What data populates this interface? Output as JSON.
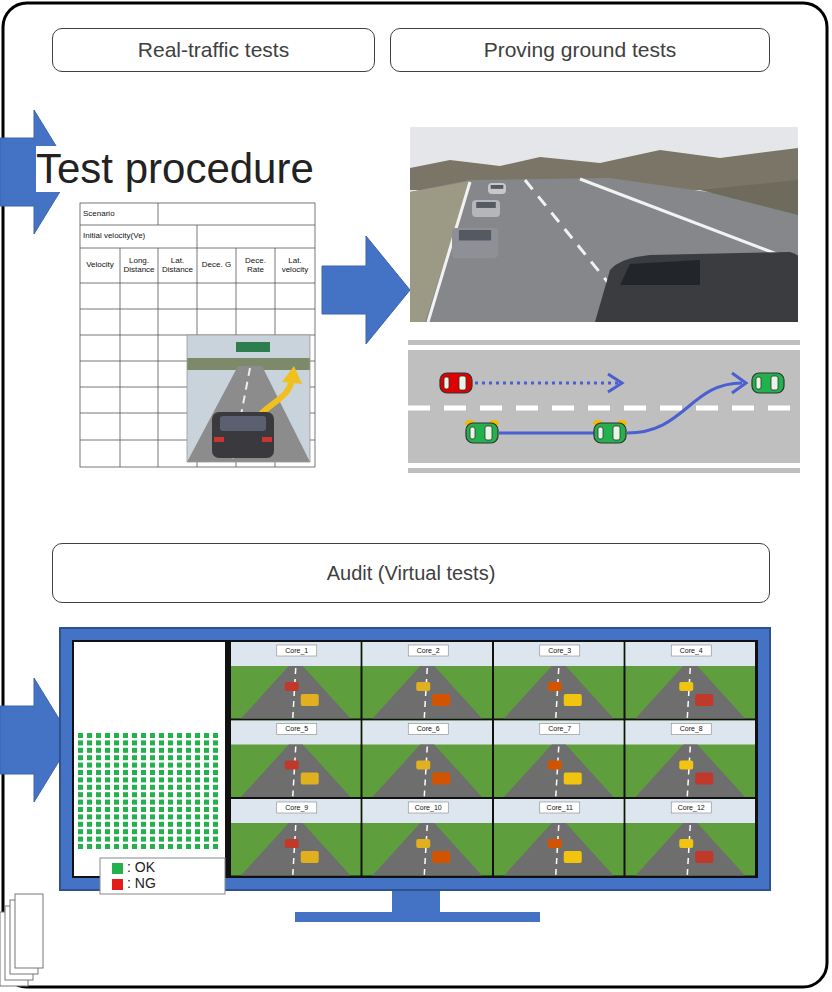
{
  "diagram": {
    "nodes": [
      {
        "text": [
          "Real-traffic tests"
        ]
      },
      {
        "text": [
          "Proving ground tests"
        ]
      },
      {
        "text": [
          "Audit (Virtual tests)"
        ]
      }
    ],
    "labels": [
      "Test procedure",
      "Scenario",
      "Initial velocity(Ve)",
      "Velocity",
      "Long. Distance",
      "Lat. Distance",
      "Dece. G",
      "Dece. Rate",
      "Lat. velocity",
      "Core_1",
      "Core_2",
      "Core_3",
      "Core_4",
      "Core_5",
      "Core_6",
      "Core_7",
      "Core_8",
      "Core_9",
      "Core_10",
      "Core_11",
      "Core_12"
    ],
    "legend": [
      {
        "text": ": OK",
        "color": "#22b14c"
      },
      {
        "text": ": NG",
        "color": "#e41c1c"
      }
    ]
  }
}
